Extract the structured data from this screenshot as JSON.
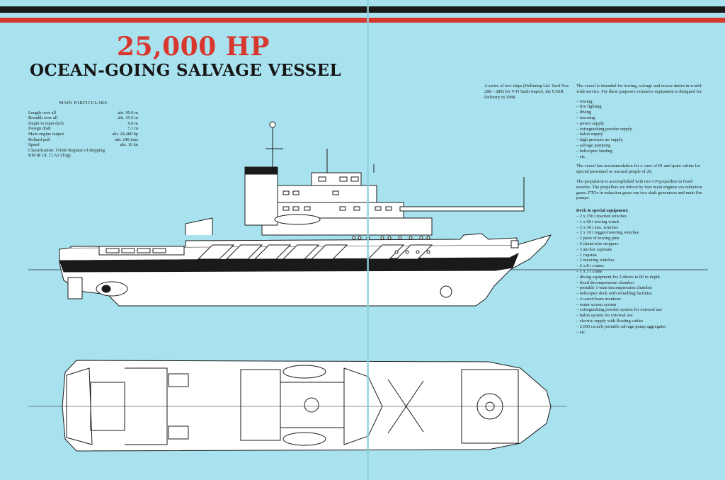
{
  "headline": "25,000 HP",
  "subheadline": "OCEAN-GOING SALVAGE VESSEL",
  "main_particulars": {
    "title": "MAIN PARTICULARS",
    "rows": [
      {
        "label": "Length over all",
        "value": "abt. 99.0 m"
      },
      {
        "label": "Breadth over all",
        "value": "abt. 19.5 m"
      },
      {
        "label": "Depth to main deck",
        "value": "9.0 m"
      },
      {
        "label": "Design draft",
        "value": "7.1 m"
      },
      {
        "label": "Main engine output",
        "value": "abt. 24,480 hp"
      },
      {
        "label": "Bollard pull",
        "value": "abt. 240 tons"
      },
      {
        "label": "Speed",
        "value": "abt. 16 kn"
      }
    ],
    "classification": "Classification: USSR Register of shipping",
    "class_notation": "KM ⊕ UL ▢ A2 (Tug)"
  },
  "series_note": "A series of two ships (Hollming Ltd. Yard Nos. 288 – 289) for V/O Sudo-import, the USSR. Delivery in 1988.",
  "intro": "The vessel is intended for towing, salvage and rescue duties in world-wide service. For these purposes extensive equipment is designed for:",
  "duties": [
    "towing",
    "fire fighting",
    "diving",
    "rescuing",
    "power supply",
    "extinguishing powder supply",
    "halon supply",
    "high pressure air supply",
    "salvage pumping",
    "helicopter landing",
    "etc."
  ],
  "accommodation": "The vessel has accommodation for a crew of 81 and spare cabins for special personnel or rescued people of 20.",
  "propulsion": "The propulsion is accomplished with two CP-propellers in fixed nozzles. The propellers are driven by four main engines via reduction gears. PTOs in reduction gears run two shaft generators and main fire pumps.",
  "deck_title": "Deck & special equipment:",
  "deck_items": [
    "2 x 150 t traction winches",
    "1 x 60 t towing winch",
    "2 x 30 t aux. winches",
    "2 x 10 t tugger/mooring winches",
    "2 pairs of towing pins",
    "2 chain/wire stoppers",
    "3 anchor capstans",
    "1 capstan",
    "2 mooring winches",
    "2 x 8 t cranes",
    "1 x 3 t crane",
    "diving equipment for 2 divers to 60 m depth",
    "fixed decompression chamber",
    "portable 1-man decompression chamber",
    "helicopter deck with refuelling facilities",
    "4 water/foam monitors",
    "water screen system",
    "extinguishing powder system for external use",
    "halon system for external use",
    "electric supply with floating cables",
    "2,000 cu.m/h portable salvage pump aggregates",
    "etc."
  ],
  "colors": {
    "background": "#a8e2ef",
    "accent_red": "#d8372e",
    "ink": "#161616"
  }
}
